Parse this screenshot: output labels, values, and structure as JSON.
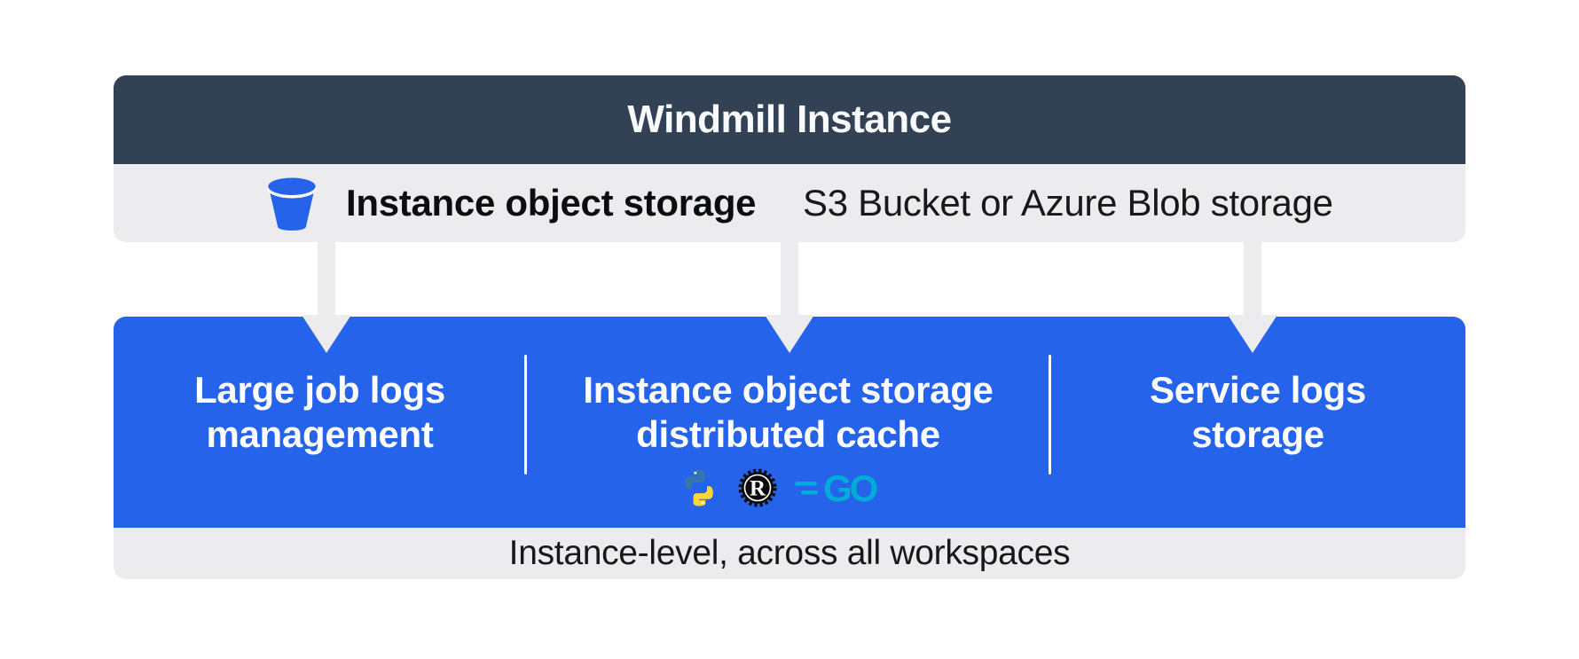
{
  "header": {
    "title": "Windmill Instance"
  },
  "storage_row": {
    "icon": "bucket-icon",
    "label": "Instance object storage",
    "sublabel": "S3 Bucket or Azure Blob storage"
  },
  "arrows": {
    "count": 3,
    "direction": "down",
    "color": "#ececee"
  },
  "features": [
    {
      "lines": [
        "Large job logs",
        "management"
      ]
    },
    {
      "lines": [
        "Instance object storage",
        "distributed cache"
      ],
      "languages": [
        "python-icon",
        "rust-icon",
        "go-icon"
      ]
    },
    {
      "lines": [
        "Service logs",
        "storage"
      ]
    }
  ],
  "footer": {
    "caption": "Instance-level, across all workspaces"
  },
  "colors": {
    "header_dark": "#334155",
    "surface_gray": "#ececee",
    "primary_blue": "#2563eb",
    "text_dark": "#17181b",
    "text_light": "#ffffff",
    "python_blue": "#3776AB",
    "python_yellow": "#FFD43B",
    "rust_black": "#0b0b0b",
    "go_cyan": "#00ACD7"
  }
}
